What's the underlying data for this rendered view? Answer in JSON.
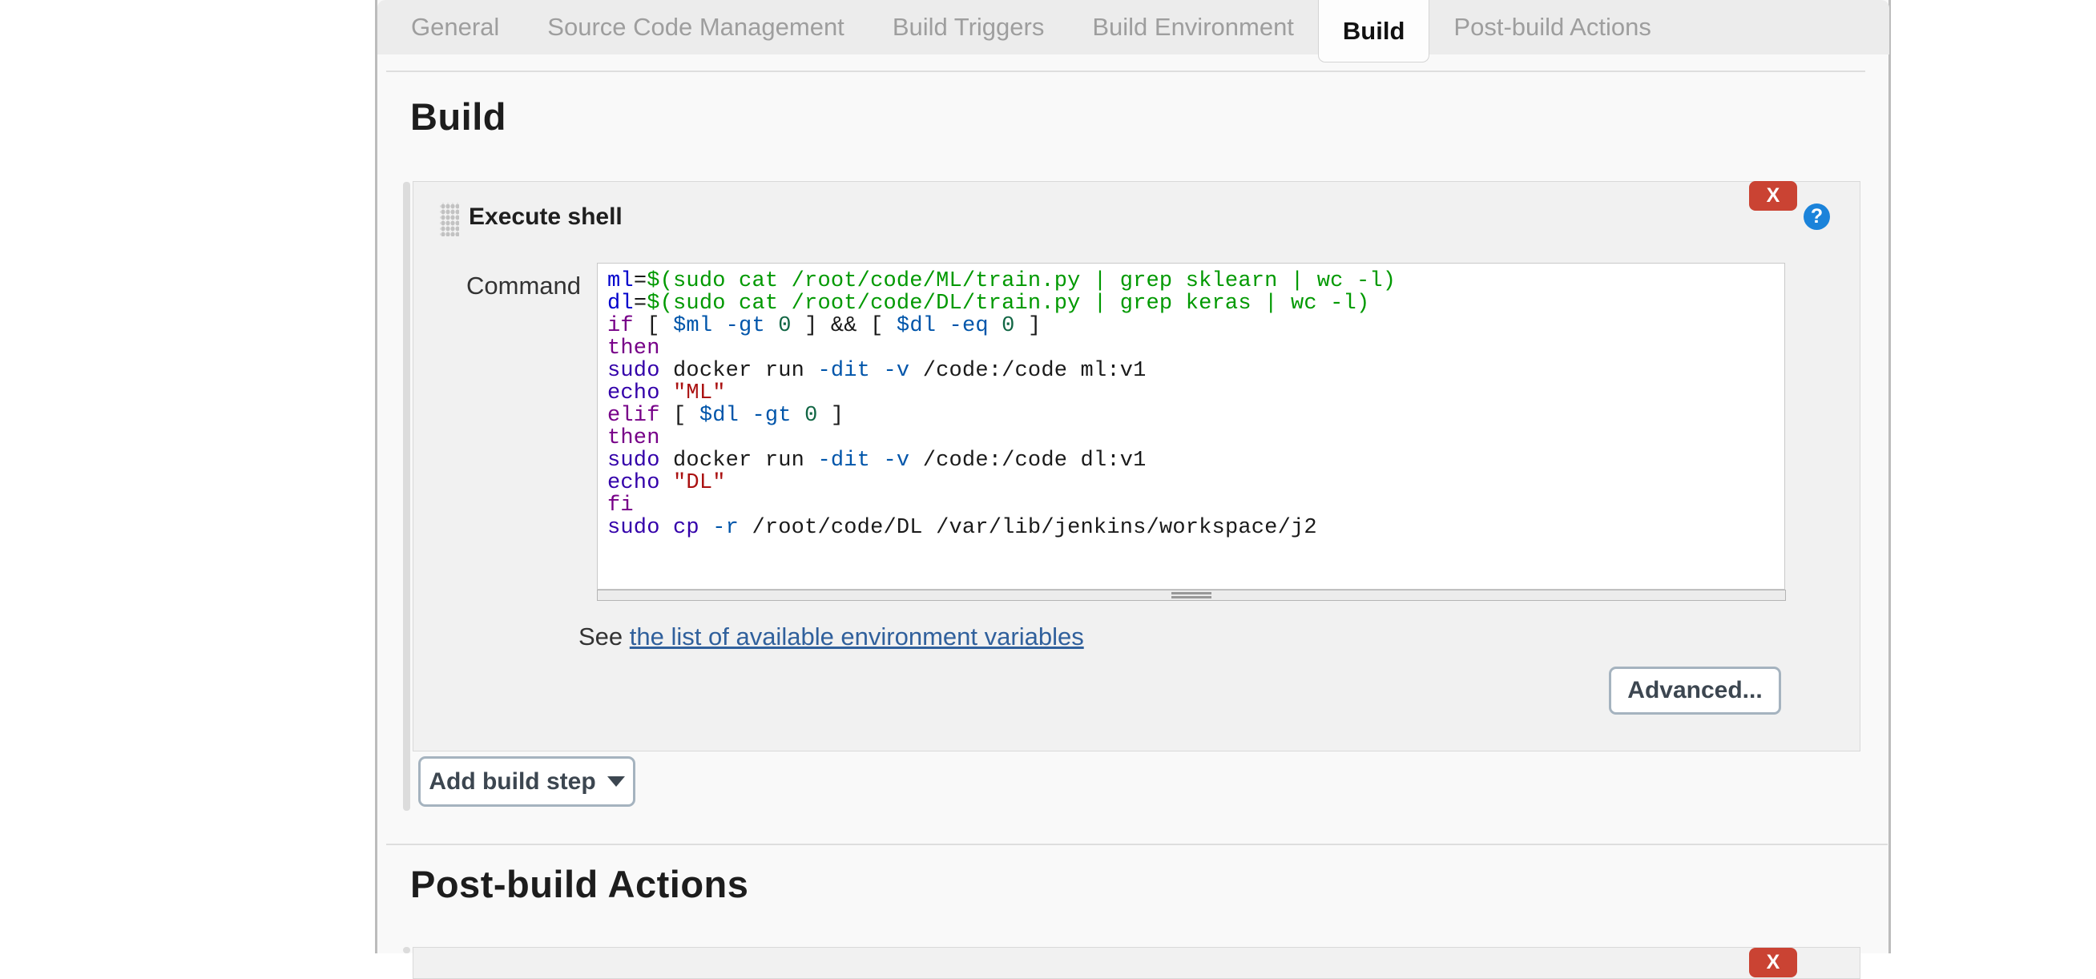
{
  "tabs": [
    {
      "label": "General",
      "active": false
    },
    {
      "label": "Source Code Management",
      "active": false
    },
    {
      "label": "Build Triggers",
      "active": false
    },
    {
      "label": "Build Environment",
      "active": false
    },
    {
      "label": "Build",
      "active": true
    },
    {
      "label": "Post-build Actions",
      "active": false
    }
  ],
  "sections": {
    "build_title": "Build",
    "postbuild_title": "Post-build Actions"
  },
  "build_step": {
    "title": "Execute shell",
    "delete_label": "X",
    "help_label": "?",
    "command_label": "Command",
    "see_prefix": "See ",
    "env_link_label": "the list of available environment variables",
    "advanced_label": "Advanced..."
  },
  "postbuild_step": {
    "delete_label": "X"
  },
  "add_build_step": {
    "label": "Add build step"
  },
  "accent_colors": {
    "delete_red": "#ca4333",
    "help_blue": "#1b83da",
    "link_blue": "#30609c"
  },
  "command_editor": {
    "colors": {
      "plain": "#1a1a1a",
      "keyword": "#770088",
      "builtin": "#3300aa",
      "def": "#0000cc",
      "var2": "#0055aa",
      "attr": "#0055aa",
      "number": "#116644",
      "quote": "#009900",
      "string": "#aa1111"
    },
    "lines": [
      {
        "tokens": [
          [
            "def",
            "ml"
          ],
          [
            "plain",
            "="
          ],
          [
            "quote",
            "$(sudo cat /root/code/ML/train.py | grep sklearn | wc -l)"
          ]
        ]
      },
      {
        "tokens": [
          [
            "def",
            "dl"
          ],
          [
            "plain",
            "="
          ],
          [
            "quote",
            "$(sudo cat /root/code/DL/train.py | grep keras | wc -l)"
          ]
        ]
      },
      {
        "tokens": [
          [
            "keyword",
            "if"
          ],
          [
            "plain",
            " [ "
          ],
          [
            "var2",
            "$ml"
          ],
          [
            "plain",
            " "
          ],
          [
            "attr",
            "-gt"
          ],
          [
            "plain",
            " "
          ],
          [
            "number",
            "0"
          ],
          [
            "plain",
            " ] && [ "
          ],
          [
            "var2",
            "$dl"
          ],
          [
            "plain",
            " "
          ],
          [
            "attr",
            "-eq"
          ],
          [
            "plain",
            " "
          ],
          [
            "number",
            "0"
          ],
          [
            "plain",
            " ]"
          ]
        ]
      },
      {
        "tokens": [
          [
            "keyword",
            "then"
          ]
        ]
      },
      {
        "tokens": [
          [
            "builtin",
            "sudo"
          ],
          [
            "plain",
            " docker run "
          ],
          [
            "attr",
            "-dit"
          ],
          [
            "plain",
            " "
          ],
          [
            "attr",
            "-v"
          ],
          [
            "plain",
            " /code:/code ml:v1"
          ]
        ]
      },
      {
        "tokens": [
          [
            "builtin",
            "echo"
          ],
          [
            "plain",
            " "
          ],
          [
            "string",
            "\"ML\""
          ]
        ]
      },
      {
        "tokens": [
          [
            "keyword",
            "elif"
          ],
          [
            "plain",
            " [ "
          ],
          [
            "var2",
            "$dl"
          ],
          [
            "plain",
            " "
          ],
          [
            "attr",
            "-gt"
          ],
          [
            "plain",
            " "
          ],
          [
            "number",
            "0"
          ],
          [
            "plain",
            " ]"
          ]
        ]
      },
      {
        "tokens": [
          [
            "keyword",
            "then"
          ]
        ]
      },
      {
        "tokens": [
          [
            "builtin",
            "sudo"
          ],
          [
            "plain",
            " docker run "
          ],
          [
            "attr",
            "-dit"
          ],
          [
            "plain",
            " "
          ],
          [
            "attr",
            "-v"
          ],
          [
            "plain",
            " /code:/code dl:v1"
          ]
        ]
      },
      {
        "tokens": [
          [
            "builtin",
            "echo"
          ],
          [
            "plain",
            " "
          ],
          [
            "string",
            "\"DL\""
          ]
        ]
      },
      {
        "tokens": [
          [
            "keyword",
            "fi"
          ]
        ]
      },
      {
        "tokens": [
          [
            "builtin",
            "sudo"
          ],
          [
            "plain",
            " "
          ],
          [
            "builtin",
            "cp"
          ],
          [
            "plain",
            " "
          ],
          [
            "attr",
            "-r"
          ],
          [
            "plain",
            " /root/code/DL /var/lib/jenkins/workspace/j2"
          ]
        ]
      }
    ]
  }
}
